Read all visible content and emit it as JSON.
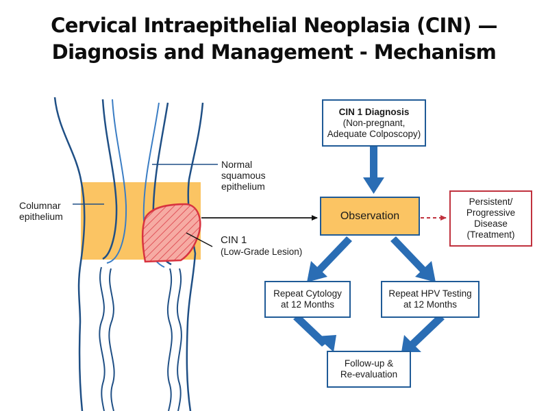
{
  "title": {
    "line1": "Cervical Intraepithelial Neoplasia (CIN) —",
    "line2": "Diagnosis and Management - Mechanism"
  },
  "anatomy": {
    "columnar": [
      "Columnar",
      "epithelium"
    ],
    "squamous": [
      "Normal",
      "squamous",
      "epithelium"
    ],
    "cin1": [
      "CIN 1",
      "(Low-Grade Lesion)"
    ]
  },
  "flow": {
    "diagnosis": {
      "title": "CIN 1 Diagnosis",
      "lines": [
        "(Non-pregnant,",
        "Adequate Colposcopy)"
      ]
    },
    "observation": "Observation",
    "persistent": [
      "Persistent/",
      "Progressive",
      "Disease",
      "(Treatment)"
    ],
    "cytology": [
      "Repeat Cytology",
      "at 12 Months"
    ],
    "hpv": [
      "Repeat HPV Testing",
      "at 12 Months"
    ],
    "followup": [
      "Follow-up &",
      "Re-evaluation"
    ]
  },
  "colors": {
    "navy": "#1f5a96",
    "arrow_blue": "#2a6db4",
    "orange": "#fbc463",
    "lesion_red": "#d8333f",
    "lesion_fill": "#f4a39c",
    "dashed_red": "#c0313d"
  }
}
